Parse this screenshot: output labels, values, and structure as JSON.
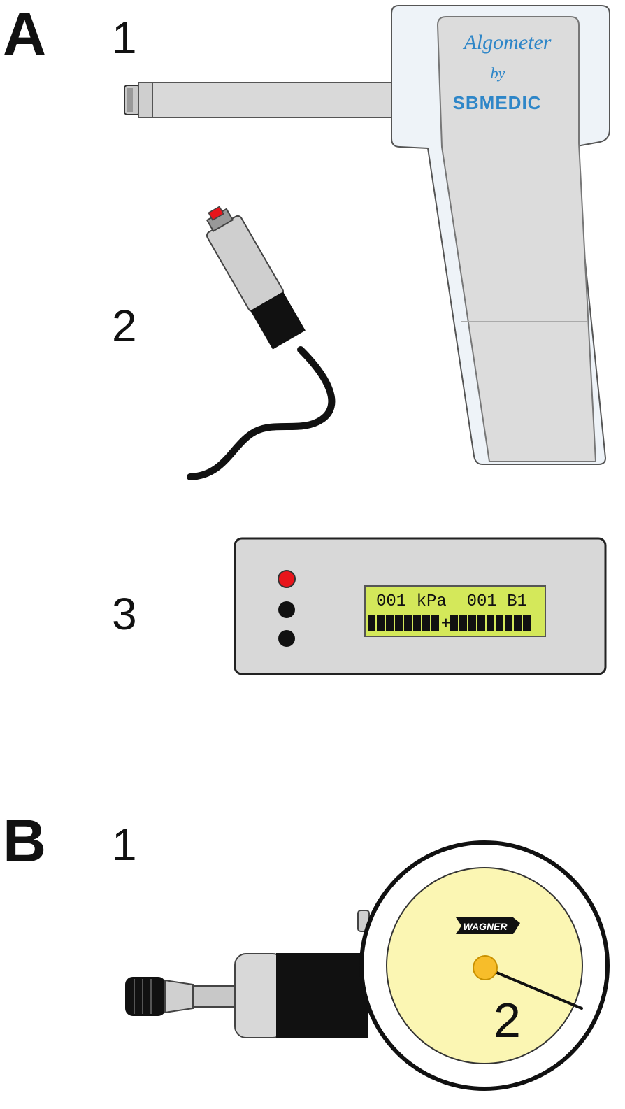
{
  "panels": {
    "a": {
      "letter": "A",
      "labels": [
        "1",
        "2",
        "3"
      ],
      "algometer": {
        "brand_line1": "Algometer",
        "brand_line2": "by",
        "brand_line3": "SBMEDIC"
      },
      "display": {
        "line1": "001 kPa  001 B1",
        "bar_left_segments": 8,
        "bar_center": "+",
        "bar_right_segments": 9
      },
      "leds": [
        "red",
        "black",
        "black"
      ]
    },
    "b": {
      "letter": "B",
      "labels": [
        "1",
        "2"
      ],
      "gauge": {
        "logo": "WAGNER"
      }
    }
  },
  "colors": {
    "lcd_background": "#d4e85a",
    "led_red": "#e8151b",
    "gauge_face": "#fbf6b3",
    "gauge_center": "#f7bd2a",
    "algometer_text": "#2e86c8",
    "device_body": "#dcdcdc",
    "device_shell": "#eef3f8"
  }
}
